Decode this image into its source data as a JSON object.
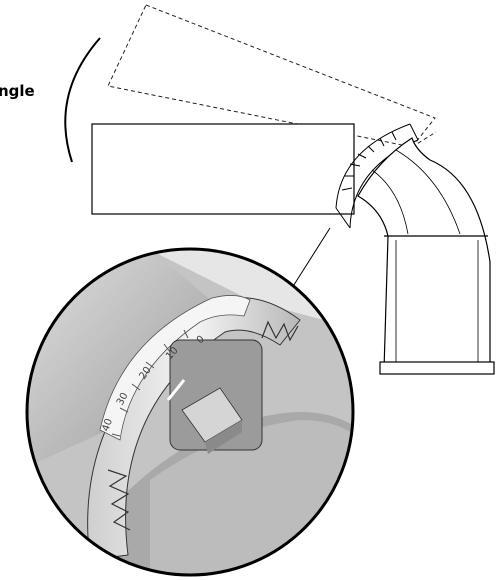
{
  "annotation": {
    "label": "ngle"
  },
  "scale": {
    "ticks": [
      "40",
      "30",
      "20",
      "10",
      "0"
    ]
  },
  "colors": {
    "line": "#000000",
    "dashed": "#222222",
    "metal_light": "#d6d6d6",
    "metal_mid": "#b5b5b5",
    "metal_dark": "#8e8e8e",
    "highlight": "#f2f2f2"
  }
}
